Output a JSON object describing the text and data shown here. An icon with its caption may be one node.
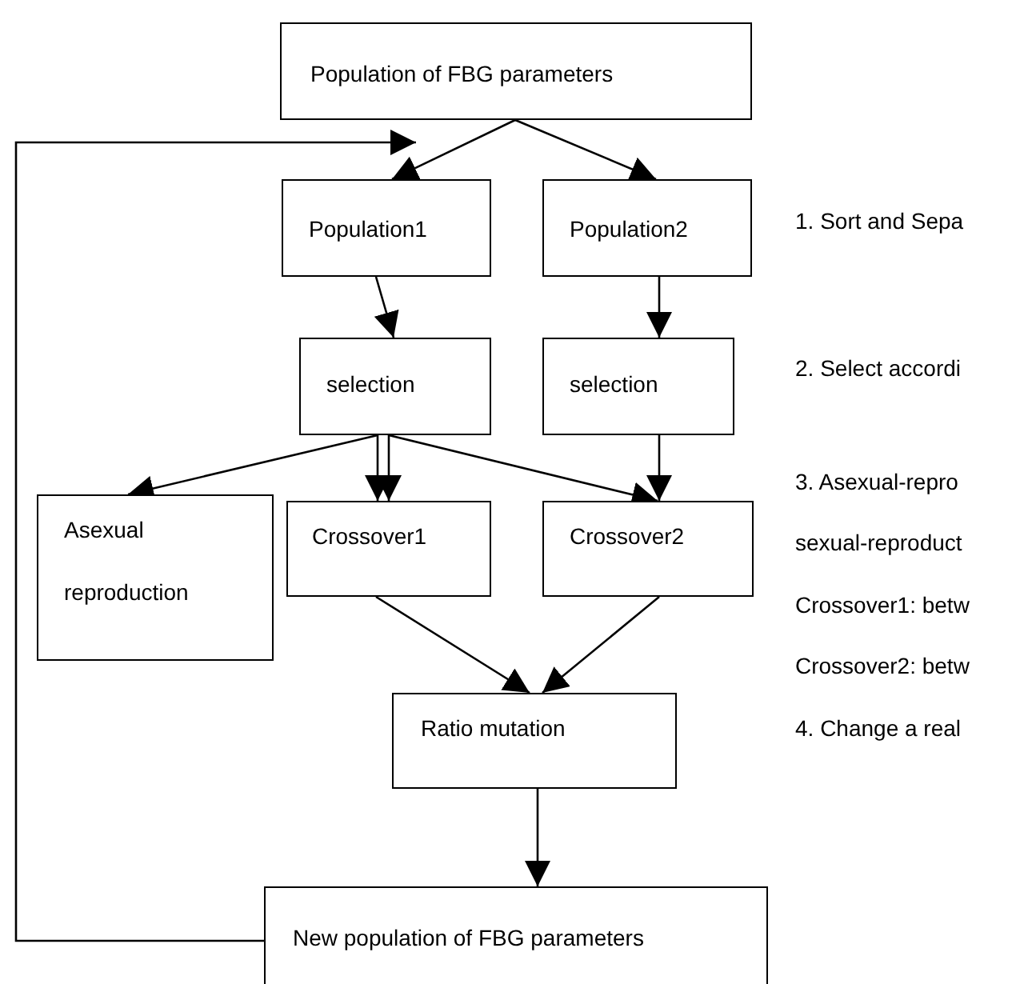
{
  "diagram": {
    "nodes": [
      {
        "text": [
          "Population of FBG parameters"
        ]
      },
      {
        "text": [
          "Population1"
        ]
      },
      {
        "text": [
          "Population2"
        ]
      },
      {
        "text": [
          "selection"
        ]
      },
      {
        "text": [
          "selection"
        ]
      },
      {
        "text": [
          "Asexual reproduction"
        ]
      },
      {
        "text": [
          "Crossover1"
        ]
      },
      {
        "text": [
          "Crossover2"
        ]
      },
      {
        "text": [
          "Ratio mutation"
        ]
      },
      {
        "text": [
          "New population of FBG parameters"
        ]
      }
    ],
    "edges": [
      {
        "from": 0,
        "to": 1,
        "arrow": "to"
      },
      {
        "from": 0,
        "to": 2,
        "arrow": "to"
      },
      {
        "from": 1,
        "to": 3,
        "arrow": "to"
      },
      {
        "from": 2,
        "to": 4,
        "arrow": "to"
      },
      {
        "from": 3,
        "to": 5,
        "arrow": "to"
      },
      {
        "from": 3,
        "to": 6,
        "arrow": "to"
      },
      {
        "from": 3,
        "to": 6,
        "arrow": "to"
      },
      {
        "from": 3,
        "to": 7,
        "arrow": "to"
      },
      {
        "from": 4,
        "to": 7,
        "arrow": "to"
      },
      {
        "from": 6,
        "to": 8,
        "arrow": "to"
      },
      {
        "from": 7,
        "to": 8,
        "arrow": "to"
      },
      {
        "from": 8,
        "to": 9,
        "arrow": "to"
      },
      {
        "from": 9,
        "to": 0,
        "arrow": "to"
      }
    ],
    "labels": [
      "1. Sort and Sepa",
      "2. Select accordi",
      "3. Asexual-repro",
      "sexual-reproduct",
      "Crossover1: betw",
      "Crossover2: betw",
      "4. Change a real"
    ]
  }
}
